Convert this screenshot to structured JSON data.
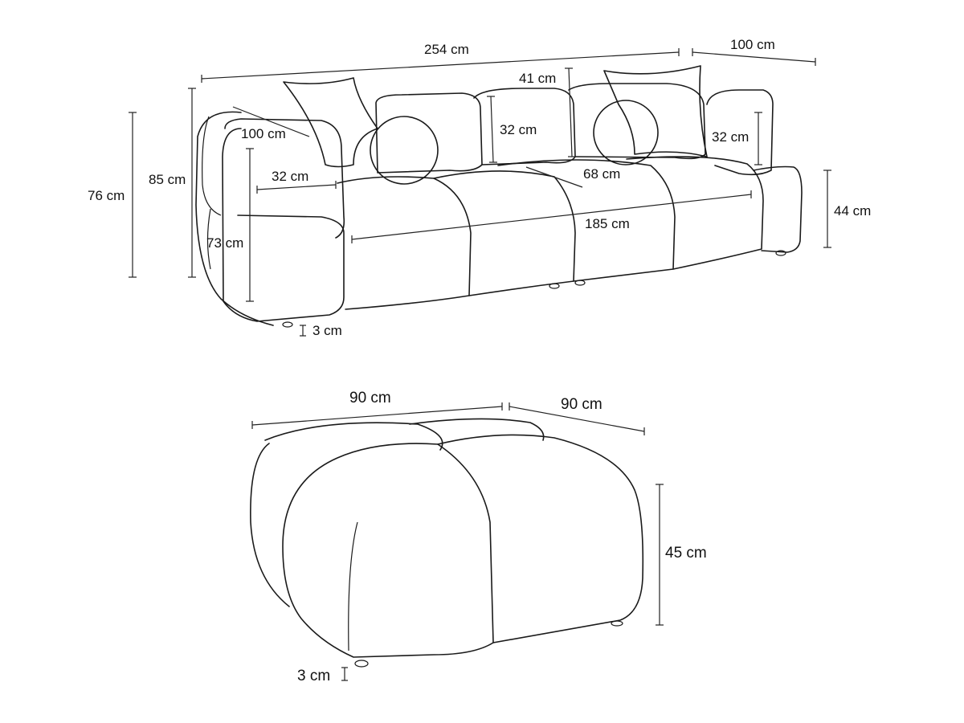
{
  "sofa": {
    "labels": {
      "total_width": "254 cm",
      "depth": "100 cm",
      "back_height": "41 cm",
      "back_cushion_height": "32 cm",
      "arm_depth": "100 cm",
      "arm_width": "32 cm",
      "right_arm_height": "32 cm",
      "seat_depth": "68 cm",
      "total_height": "85 cm",
      "arm_height": "76 cm",
      "arm_front_height": "73 cm",
      "seat_width": "185 cm",
      "seat_height": "44 cm",
      "leg_height": "3 cm"
    }
  },
  "ottoman": {
    "labels": {
      "width": "90 cm",
      "depth": "90 cm",
      "height": "45 cm",
      "leg_height": "3 cm"
    }
  },
  "colors": {
    "line": "#1a1a1a",
    "background": "#ffffff"
  }
}
